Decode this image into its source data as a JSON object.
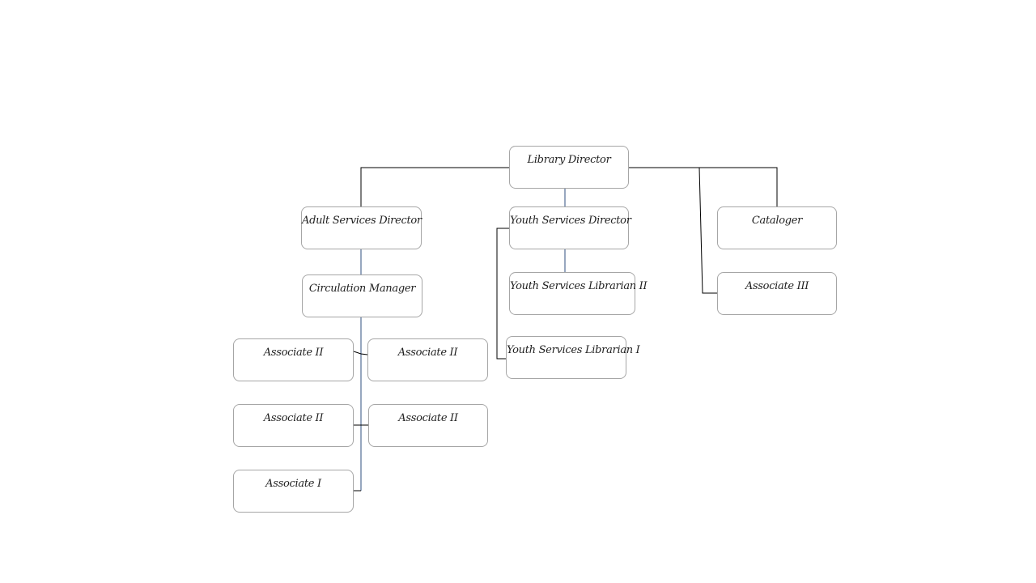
{
  "org_chart": {
    "nodes": {
      "director": "Library  Director",
      "adult_services_director": "Adult  Services Director",
      "youth_services_director": "Youth  Services Director",
      "cataloger": "Cataloger",
      "circulation_manager": "Circulation   Manager",
      "youth_services_librarian_2": "Youth  Services Librarian  II",
      "associate_3": "Associate III",
      "associate_2_a": "Associate II",
      "associate_2_b": "Associate II",
      "youth_services_librarian_1": "Youth  Services Librarian  I",
      "associate_2_c": "Associate II",
      "associate_2_d": "Associate II",
      "associate_1": "Associate I"
    },
    "colors": {
      "connector_black": "#000000",
      "connector_blue": "#2f4f7f",
      "box_border": "#a6a6a6"
    }
  }
}
